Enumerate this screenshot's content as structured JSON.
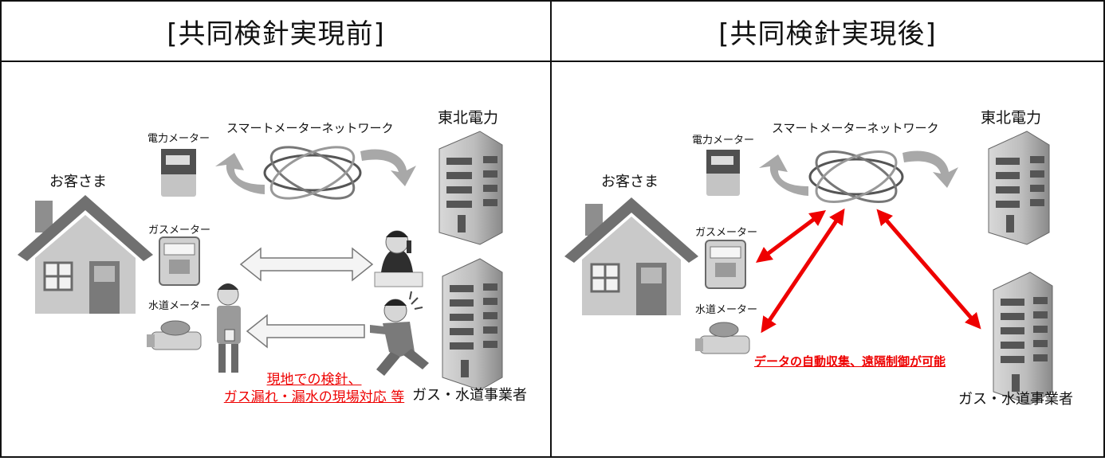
{
  "left_panel": {
    "title": "[共同検針実現前]",
    "customer": "お客さま",
    "power_meter": "電力メーター",
    "gas_meter": "ガスメーター",
    "water_meter": "水道メーター",
    "network": "スマートメーターネットワーク",
    "utility": "東北電力",
    "gas_water": "ガス・水道事業者",
    "note_line1": "現地での検針、",
    "note_line2": "ガス漏れ・漏水の現場対応 等"
  },
  "right_panel": {
    "title": "[共同検針実現後]",
    "customer": "お客さま",
    "power_meter": "電力メーター",
    "gas_meter": "ガスメーター",
    "water_meter": "水道メーター",
    "network": "スマートメーターネットワーク",
    "utility": "東北電力",
    "gas_water": "ガス・水道事業者",
    "note": "データの自動収集、遠隔制御が可能"
  },
  "colors": {
    "accent": "#e00000",
    "gray": "#9a9a9a",
    "dark": "#555555"
  }
}
